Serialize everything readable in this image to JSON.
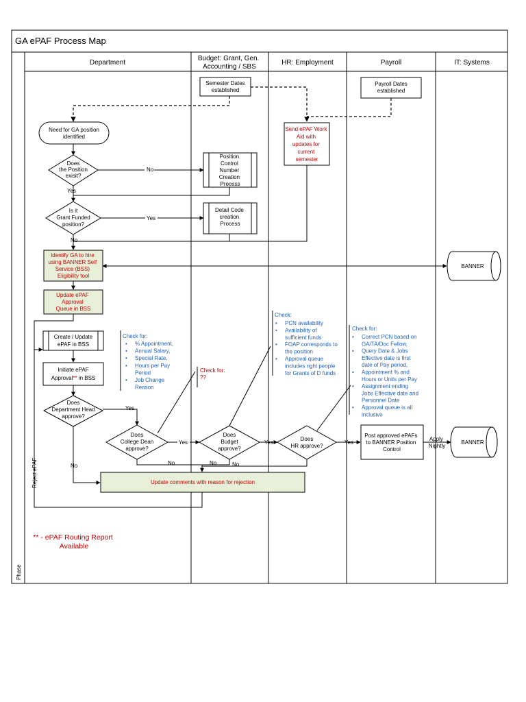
{
  "title": "GA ePAF Process Map",
  "phase_label": "Phase",
  "lanes": {
    "department": "Department",
    "budget_l1": "Budget: Grant, Gen.",
    "budget_l2": "Accounting / SBS",
    "hr": "HR: Employment",
    "payroll": "Payroll",
    "it": "IT: Systems"
  },
  "nodes": {
    "semester_dates": [
      "Semester Dates",
      "established"
    ],
    "payroll_dates": [
      "Payroll Dates",
      "established"
    ],
    "need_ga": [
      "Need for GA position",
      "identified"
    ],
    "send_epaf": [
      "Send ePAF Work",
      "Aid with",
      "updates for",
      "current",
      "semester"
    ],
    "position_exist": [
      "Does",
      "the Position",
      "exisit?"
    ],
    "pcn_process": [
      "Position",
      "Control",
      "Number",
      "Creation",
      "Process"
    ],
    "grant_funded": [
      "Is it",
      "Grant Funded",
      "position?"
    ],
    "detail_code": [
      "Detail Code",
      "creation",
      "Process"
    ],
    "identify_ga": [
      "Identify GA to hire",
      "using BANNER Self",
      "Service (BSS)",
      "Eligibility tool"
    ],
    "banner1": "BANNER",
    "update_queue": [
      "Update ePAF",
      "Approval",
      "Queue in BSS"
    ],
    "create_epaf": [
      "Create / Update",
      "ePAF in BSS"
    ],
    "initiate_epaf_pre": "Initiate ePAF",
    "initiate_epaf_mid": "Approval",
    "initiate_epaf_stars": "**",
    "initiate_epaf_post": " in BSS",
    "dept_head": [
      "Does",
      "Department Head",
      "approve?"
    ],
    "college_dean": [
      "Does",
      "College Dean",
      "approve?"
    ],
    "budget_approve": [
      "Does",
      "Budget",
      "approve?"
    ],
    "hr_approve": [
      "Does",
      "HR approve?"
    ],
    "post_epafs": [
      "Post approved ePAFs",
      "to BANNER Position",
      "Control"
    ],
    "apply_nightly": [
      "Apply",
      "Nightly"
    ],
    "banner2": "BANNER",
    "update_comments": "Update comments with reason for rejection",
    "reject_epaf": "Reject ePAF"
  },
  "edge_labels": {
    "no": "No",
    "yes": "Yes"
  },
  "notes": {
    "dept_check_title": "Check for:",
    "dept_check_items": [
      [
        "% Appointment,"
      ],
      [
        "Annual Salary,"
      ],
      [
        "Special Rate,"
      ],
      [
        "Hours per Pay",
        "Period"
      ],
      [
        "Job Change",
        "Reason"
      ]
    ],
    "dean_check_title": "Check for:",
    "dean_check_body": "??",
    "hr_check_title": "Check:",
    "hr_check_items": [
      [
        "PCN availability"
      ],
      [
        "Availability of",
        "sufficient funds"
      ],
      [
        "FOAP corresponds to",
        "the position"
      ],
      [
        "Approval queue",
        "includes right people",
        "for Grants of D funds"
      ]
    ],
    "pay_check_title": "Check for:",
    "pay_check_items": [
      [
        "Correct PCN based on",
        "GA/TA/Doc Fellow,"
      ],
      [
        "Query Date & Jobs",
        "Effective date is first",
        "date of Pay period,"
      ],
      [
        "Appointment % and",
        "Hours or Units per Pay"
      ],
      [
        "Assignment ending",
        "Jobs Effective date and",
        "Personnel Date"
      ],
      [
        "Approval queue is all",
        "inclusive"
      ]
    ]
  },
  "routing_report": [
    "** - ePAF Routing Report",
    "Available"
  ],
  "colors": {
    "red": "#c00000",
    "blue": "#1f5fbf",
    "green_fill": "#e8efd9"
  }
}
